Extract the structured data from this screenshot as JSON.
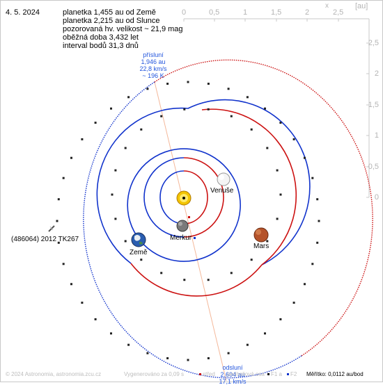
{
  "header": {
    "date": "4. 5. 2024",
    "lines": [
      "planetka 1,455 au od Země",
      "planetka 2,215 au od Slunce",
      "pozorovaná hv. velikost ~ 21,9 mag",
      "oběžná doba 3,432 let",
      "interval bodů 31,3 dnů"
    ]
  },
  "axes": {
    "x_label": "x",
    "unit": "[au]",
    "x_ticks": [
      "0",
      "0,5",
      "1",
      "1,5",
      "2",
      "2,5"
    ],
    "y_ticks": [
      "2,5",
      "2",
      "1,5",
      "1",
      "0,5",
      "0"
    ]
  },
  "perihelion": {
    "title": "přísluní",
    "dist": "1,946 au",
    "speed": "22,8 km/s",
    "temp": "~ 196 K"
  },
  "aphelion": {
    "title": "odsluní",
    "dist": "2,604 au",
    "speed": "17,1 km/s"
  },
  "bodies": {
    "venus": "Venuše",
    "mercury": "Merkur",
    "earth": "Země",
    "mars": "Mars",
    "asteroid": "(486064) 2012 TK267"
  },
  "footer": {
    "copyright": "© 2024 Astronomia, astronomia.zcu.cz",
    "generated": "Vygenerováno za 0,09 s",
    "legend1": "střed",
    "legend2": "periheliová osa",
    "legend3": "F1 a",
    "legend4": "F2",
    "scale": "Měřítko: 0,0112 au/bod"
  },
  "colors": {
    "orbit_red": "#cc1111",
    "orbit_blue": "#1133cc",
    "axis_line": "#f4b89a",
    "label_blue": "#2255dd",
    "sun": "#f2c400"
  }
}
